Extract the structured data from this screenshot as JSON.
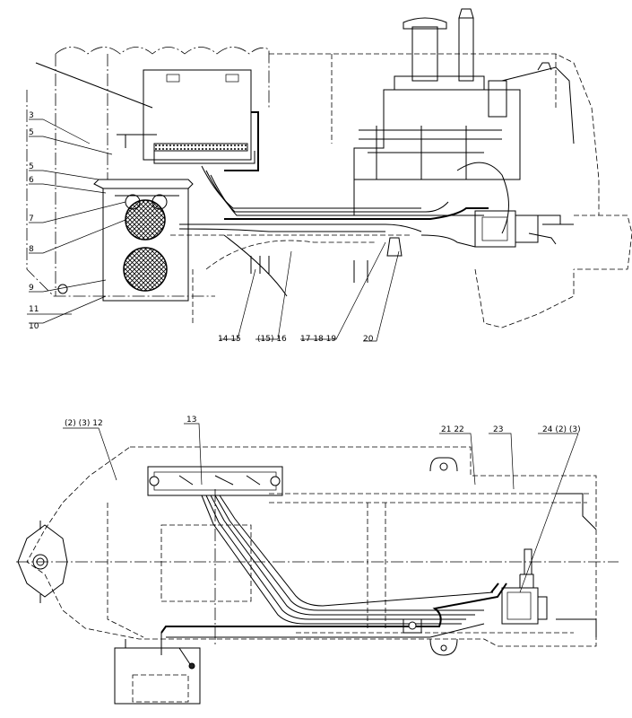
{
  "views": {
    "side": {
      "callouts": [
        {
          "id": "c3",
          "text": "3"
        },
        {
          "id": "c5a",
          "text": "5"
        },
        {
          "id": "c5b",
          "text": "5"
        },
        {
          "id": "c6a",
          "text": "6"
        },
        {
          "id": "c7",
          "text": "7"
        },
        {
          "id": "c8",
          "text": "8"
        },
        {
          "id": "c9",
          "text": "9"
        },
        {
          "id": "c11",
          "text": "11"
        },
        {
          "id": "c10",
          "text": "10"
        },
        {
          "id": "c14_15",
          "text": "14  15"
        },
        {
          "id": "c15_16",
          "text": "(15) 16"
        },
        {
          "id": "c17_18_19",
          "text": "17  18  19"
        },
        {
          "id": "c20",
          "text": "20"
        }
      ]
    },
    "plan": {
      "callouts": [
        {
          "id": "c2_3_12",
          "text": "(2) (3) 12"
        },
        {
          "id": "c13",
          "text": "13"
        },
        {
          "id": "c21_22",
          "text": "21  22"
        },
        {
          "id": "c23",
          "text": "23"
        },
        {
          "id": "c24_2_3",
          "text": "24  (2)  (3)"
        }
      ]
    }
  },
  "colors": {
    "line": "#000000",
    "background": "#ffffff"
  }
}
